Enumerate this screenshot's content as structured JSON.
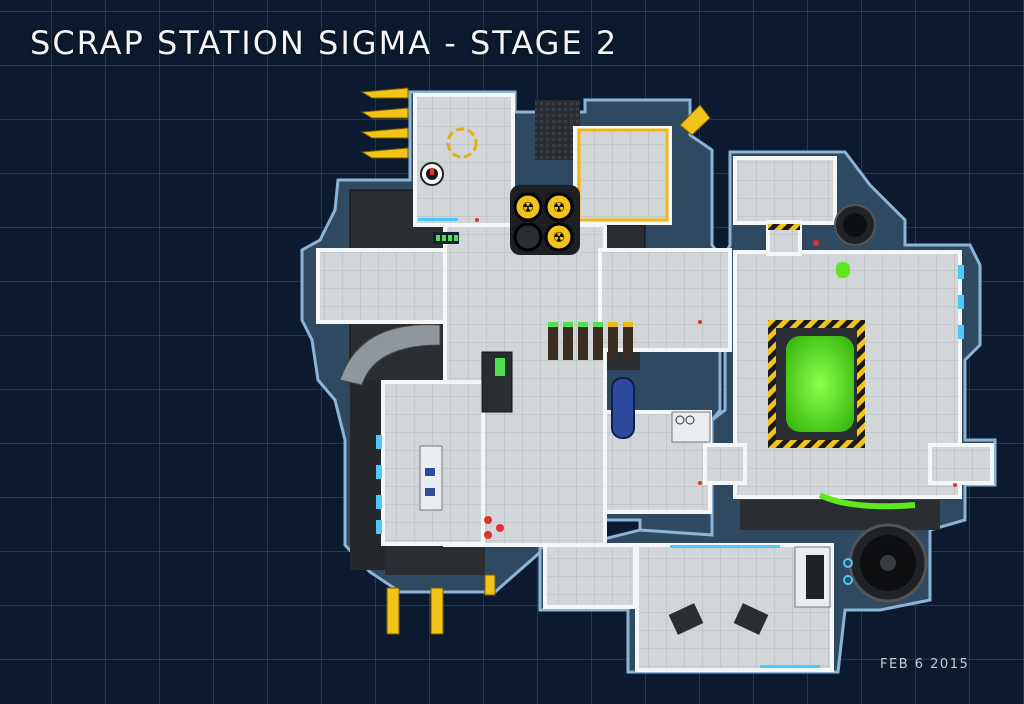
{
  "header": {
    "title": "SCRAP STATION SIGMA - STAGE 2"
  },
  "footer": {
    "date": "FEB 6 2015"
  },
  "colors": {
    "background": "#0b1a2e",
    "grid": "#3a5570",
    "hull": "#3d5a72",
    "hull_edge": "#7fa6c6",
    "floor": "#d3d7d9",
    "wall": "#f4f6f7",
    "hazard_yellow": "#f2c318",
    "acid_green": "#5fe81e",
    "shield_blue": "#4cc8ff"
  },
  "map": {
    "rooms": [
      {
        "name": "room-top-hangar"
      },
      {
        "name": "room-yellow-frame"
      },
      {
        "name": "room-reactor-cluster"
      },
      {
        "name": "room-west-corridor"
      },
      {
        "name": "room-central-hall"
      },
      {
        "name": "room-east-chamber"
      },
      {
        "name": "room-acid-tank"
      },
      {
        "name": "room-west-quarters"
      },
      {
        "name": "room-south-bay"
      },
      {
        "name": "room-north-east-pod"
      }
    ]
  }
}
